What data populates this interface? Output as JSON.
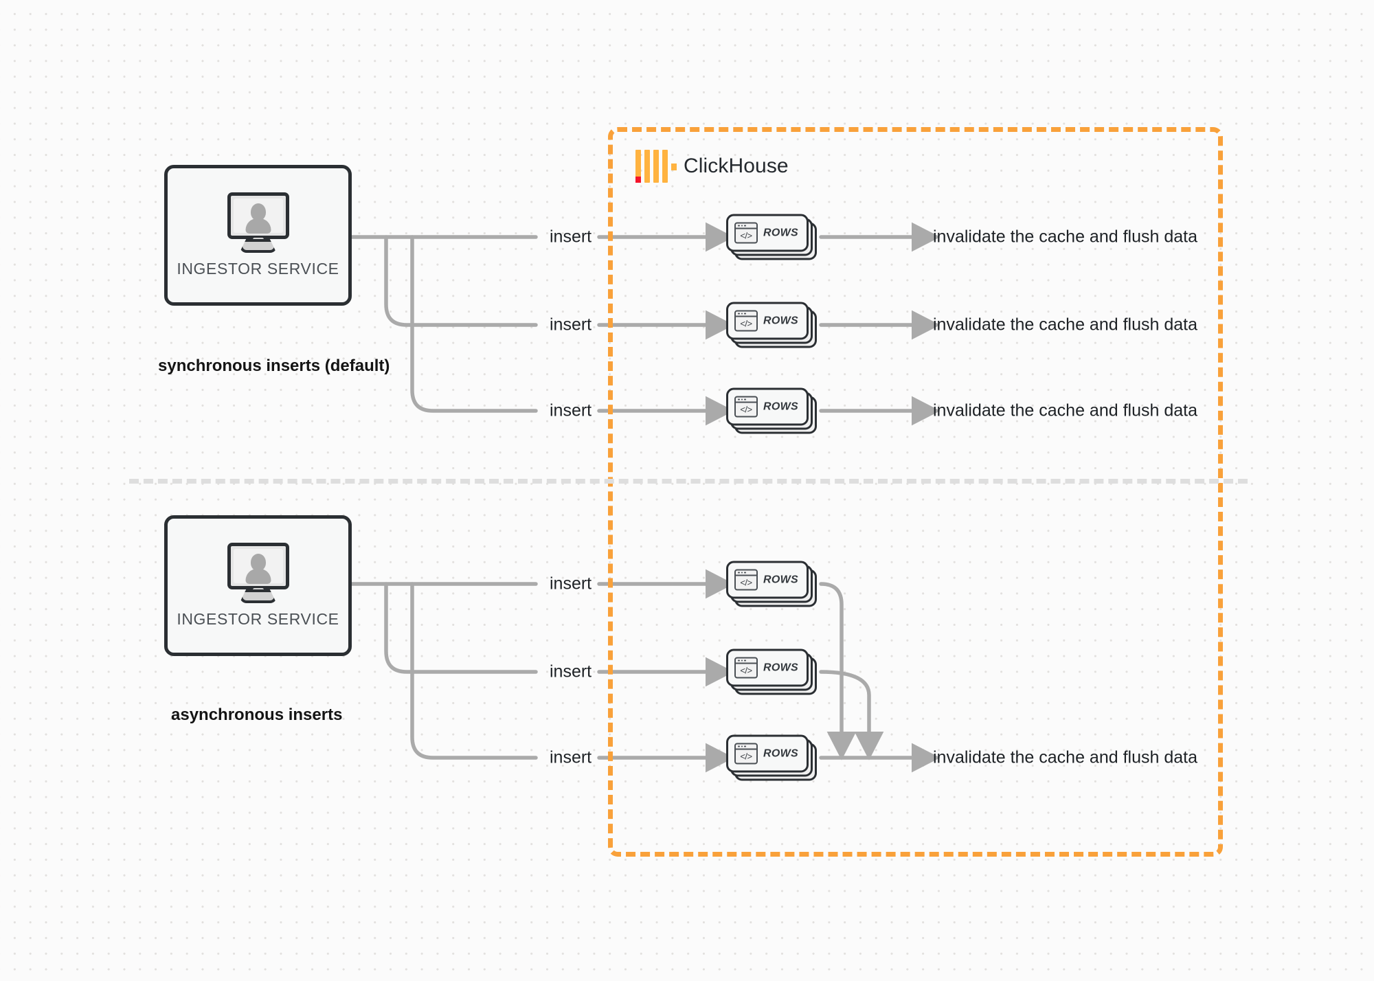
{
  "diagram": {
    "title": "ClickHouse synchronous vs asynchronous inserts",
    "background": "#fbfbfb",
    "accent_orange": "#f9a13a",
    "wire_gray": "#aaaaaa"
  },
  "clickhouse_container": {
    "brand_name": "ClickHouse",
    "logo_icon": "clickhouse-logo-icon",
    "border_color": "#f9a13a",
    "border_style": "dashed"
  },
  "groups": [
    {
      "id": "sync",
      "caption": "synchronous inserts (default)",
      "service": {
        "label": "INGESTOR SERVICE",
        "icon": "monitor-user-icon"
      },
      "branches": [
        {
          "insert_label": "insert",
          "card": {
            "icon": "code-window-icon",
            "label": "ROWS"
          },
          "output_label": "invalidate the cache and flush data"
        },
        {
          "insert_label": "insert",
          "card": {
            "icon": "code-window-icon",
            "label": "ROWS"
          },
          "output_label": "invalidate the cache and flush data"
        },
        {
          "insert_label": "insert",
          "card": {
            "icon": "code-window-icon",
            "label": "ROWS"
          },
          "output_label": "invalidate the cache and flush data"
        }
      ]
    },
    {
      "id": "async",
      "caption": "asynchronous inserts",
      "service": {
        "label": "INGESTOR SERVICE",
        "icon": "monitor-user-icon"
      },
      "branches": [
        {
          "insert_label": "insert",
          "card": {
            "icon": "code-window-icon",
            "label": "ROWS"
          },
          "output_label": ""
        },
        {
          "insert_label": "insert",
          "card": {
            "icon": "code-window-icon",
            "label": "ROWS"
          },
          "output_label": ""
        },
        {
          "insert_label": "insert",
          "card": {
            "icon": "code-window-icon",
            "label": "ROWS"
          },
          "output_label": "invalidate the cache and flush data"
        }
      ]
    }
  ]
}
